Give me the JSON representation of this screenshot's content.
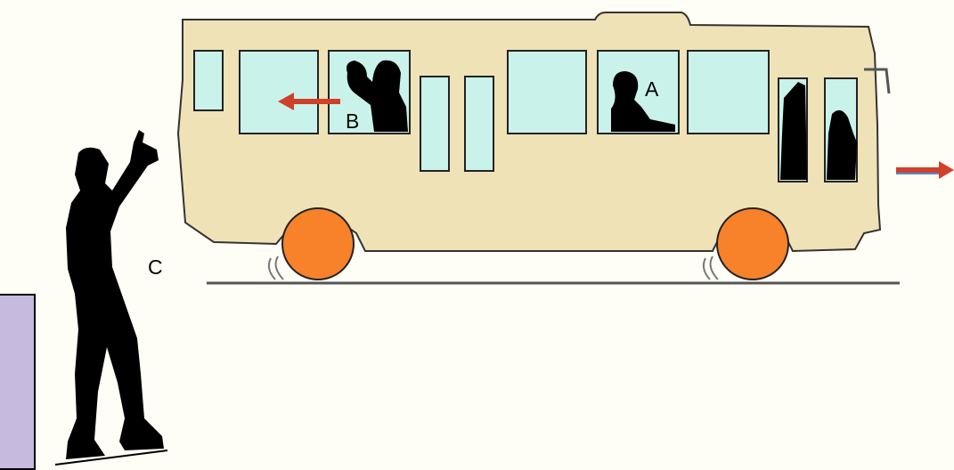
{
  "labels": {
    "a": "A",
    "b": "B",
    "c": "C"
  },
  "colors": {
    "background": "#fefef6",
    "bus_body": "#efe2b6",
    "window": "#c9f3ea",
    "wheel": "#f7822a",
    "arrow": "#d0402a",
    "silhouette": "#000000",
    "panel": "#c6bade"
  },
  "arrows": {
    "bus_motion": "right",
    "passenger_b_motion": "left"
  }
}
